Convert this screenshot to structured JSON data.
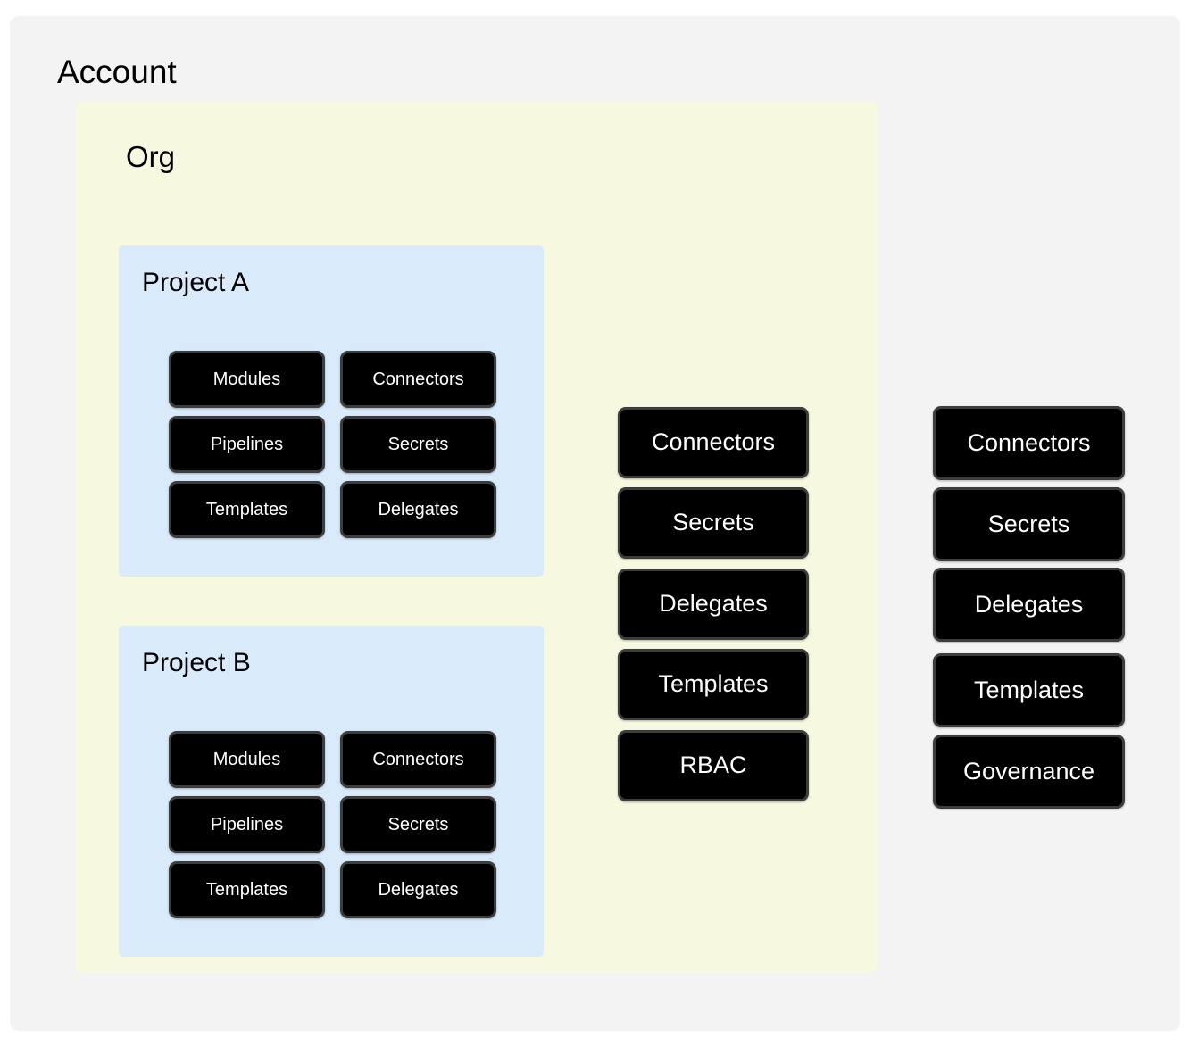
{
  "diagram": {
    "title": "Account",
    "colors": {
      "account_bg": "#f3f3f3",
      "org_bg": "#f7f8e0",
      "project_bg": "#d9ebfb",
      "pill_fill": "#000000",
      "pill_border": "#3d3d3d",
      "pill_text": "#ffffff"
    }
  },
  "account": {
    "label": "Account",
    "resources": [
      {
        "label": "Connectors"
      },
      {
        "label": "Secrets"
      },
      {
        "label": "Delegates"
      },
      {
        "label": "Templates"
      },
      {
        "label": "Governance"
      }
    ]
  },
  "org": {
    "label": "Org",
    "resources": [
      {
        "label": "Connectors"
      },
      {
        "label": "Secrets"
      },
      {
        "label": "Delegates"
      },
      {
        "label": "Templates"
      },
      {
        "label": "RBAC"
      }
    ]
  },
  "projects": [
    {
      "label": "Project A",
      "resources_left": [
        {
          "label": "Modules"
        },
        {
          "label": "Pipelines"
        },
        {
          "label": "Templates"
        }
      ],
      "resources_right": [
        {
          "label": "Connectors"
        },
        {
          "label": "Secrets"
        },
        {
          "label": "Delegates"
        }
      ]
    },
    {
      "label": "Project B",
      "resources_left": [
        {
          "label": "Modules"
        },
        {
          "label": "Pipelines"
        },
        {
          "label": "Templates"
        }
      ],
      "resources_right": [
        {
          "label": "Connectors"
        },
        {
          "label": "Secrets"
        },
        {
          "label": "Delegates"
        }
      ]
    }
  ]
}
